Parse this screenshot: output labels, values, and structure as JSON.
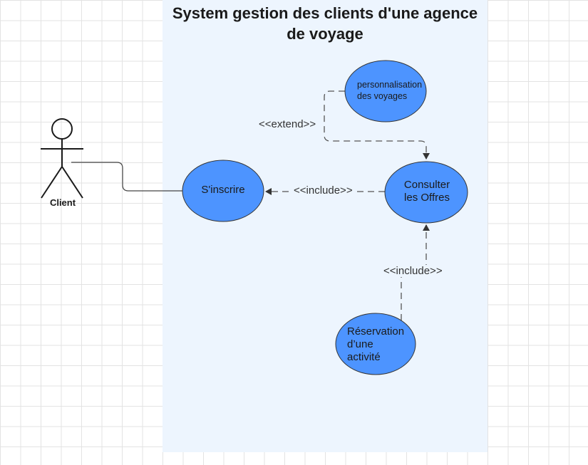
{
  "system": {
    "title_line1": "System gestion des clients d'une agence",
    "title_line2": "de voyage"
  },
  "actor": {
    "name": "Client"
  },
  "use_cases": {
    "sinscrire": "S'inscrire",
    "consulter_line1": "Consulter",
    "consulter_line2": "les Offres",
    "perso_line1": "personnalisation",
    "perso_line2": "des voyages",
    "reservation_line1": "Réservation",
    "reservation_line2": "d’une",
    "reservation_line3": "activité"
  },
  "relations": {
    "extend_label": "<<extend>>",
    "include_label_1": "<<include>>",
    "include_label_2": "<<include>>"
  },
  "colors": {
    "use_case_fill": "#4d94ff",
    "boundary_fill": "#edf5fe",
    "stroke": "#333333"
  }
}
